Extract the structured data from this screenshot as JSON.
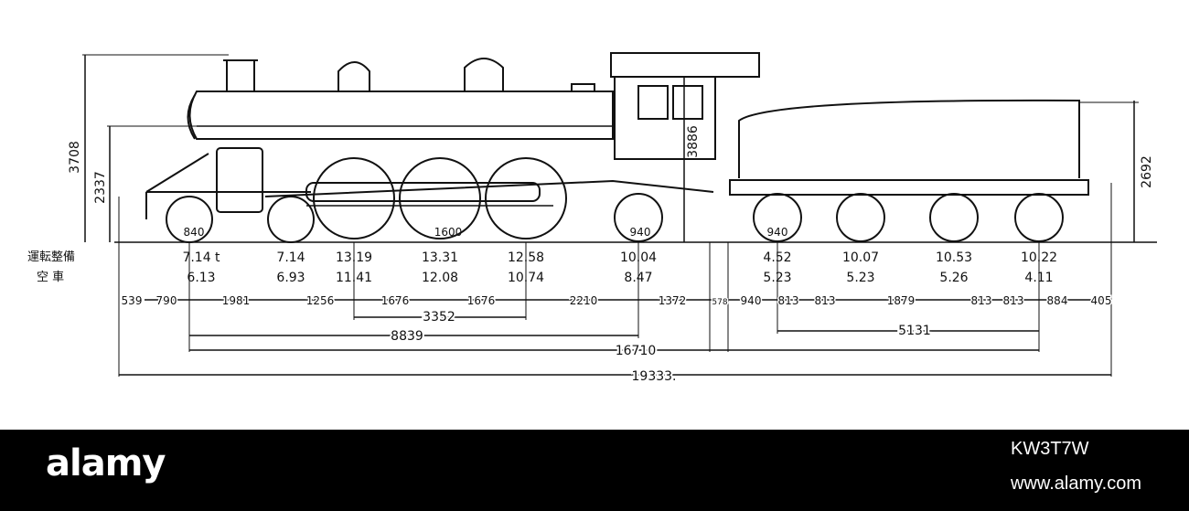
{
  "colors": {
    "ink": "#111111",
    "footer_bg": "#000000",
    "footer_text": "#ffffff"
  },
  "labels": {
    "left_row_1": "運転整備",
    "left_row_2": "空 車",
    "left_height_1": "3708",
    "left_height_2": "2337",
    "cab_height": "3886",
    "tender_height": "2692",
    "dia_lead": "840",
    "dia_driver": "1600",
    "dia_trail": "940",
    "dia_tender": "940"
  },
  "axle_loads": [
    {
      "top": "7.14",
      "top_suffix": "t",
      "bottom": "6.13"
    },
    {
      "top": "7.14",
      "top_suffix": "",
      "bottom": "6.93"
    },
    {
      "top": "13.19",
      "top_suffix": "",
      "bottom": "11.41"
    },
    {
      "top": "13.31",
      "top_suffix": "",
      "bottom": "12.08"
    },
    {
      "top": "12.58",
      "top_suffix": "",
      "bottom": "10.74"
    },
    {
      "top": "10.04",
      "top_suffix": "",
      "bottom": "8.47"
    },
    {
      "top": "4.52",
      "top_suffix": "",
      "bottom": "5.23"
    },
    {
      "top": "10.07",
      "top_suffix": "",
      "bottom": "5.23"
    },
    {
      "top": "10.53",
      "top_suffix": "",
      "bottom": "5.26"
    },
    {
      "top": "10.22",
      "top_suffix": "",
      "bottom": "4.11"
    }
  ],
  "spacings": [
    "539",
    "790",
    "1981",
    "1256",
    "1676",
    "1676",
    "2210",
    "1372",
    "578",
    "940",
    "813",
    "813",
    "1879",
    "813",
    "813",
    "884",
    "405"
  ],
  "overall": {
    "driver_base": "3352",
    "rigid_base": "8839",
    "engine_base": "16710",
    "tender_base": "5131",
    "total_length": "19333."
  },
  "footer": {
    "logo": "alamy",
    "stock_id": "KW3T7W",
    "site": "www.alamy.com"
  }
}
